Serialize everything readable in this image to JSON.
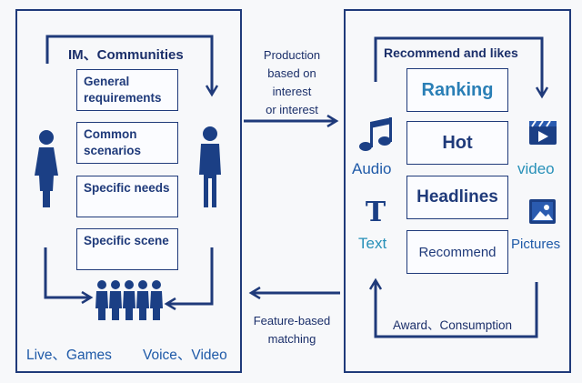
{
  "left_panel": {
    "title": "IM、Communities",
    "boxes": [
      "General requirements",
      "Common scenarios",
      "Specific needs",
      "Specific scene"
    ],
    "bottom_left": "Live、Games",
    "bottom_right": "Voice、Video"
  },
  "middle": {
    "top_label_lines": [
      "Production",
      "based on",
      "interest",
      "or interest"
    ],
    "bottom_label_lines": [
      "Feature-based",
      "matching"
    ]
  },
  "right_panel": {
    "title": "Recommend and likes",
    "boxes": [
      "Ranking",
      "Hot",
      "Headlines",
      "Recommend"
    ],
    "left_items": [
      "Audio",
      "Text"
    ],
    "right_items": [
      "video",
      "Pictures"
    ],
    "bottom_label": "Award、Consumption"
  },
  "colors": {
    "navy": "#1f3a7a",
    "blue": "#1f5aa8",
    "teal": "#2790b8",
    "background": "#f7f8fa"
  },
  "icons": [
    "person-icon",
    "group-icon",
    "music-note-icon",
    "text-t-icon",
    "video-clapper-icon",
    "picture-icon"
  ]
}
